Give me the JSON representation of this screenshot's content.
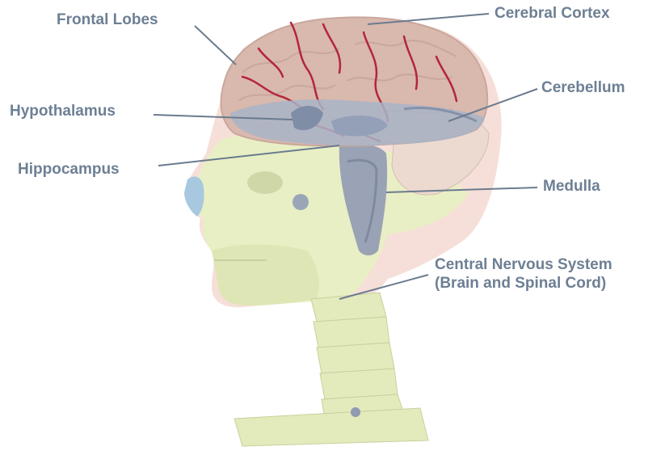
{
  "diagram": {
    "colors": {
      "label_text": "#6d7f94",
      "leader_line": "#6a7b8f",
      "skin": "#f6dfd8",
      "bone": "#e9efc4",
      "brain": "#d9b8ad",
      "brain_outline": "#c9a79c",
      "artery": "#b3263a",
      "deep_structures": "#a8b4c8",
      "medulla": "#9aa3b5"
    },
    "labels": {
      "frontal_lobes": "Frontal Lobes",
      "cerebral_cortex": "Cerebral Cortex",
      "hypothalamus": "Hypothalamus",
      "cerebellum": "Cerebellum",
      "hippocampus": "Hippocampus",
      "medulla": "Medulla",
      "cns_line1": "Central Nervous System",
      "cns_line2": "(Brain and Spinal Cord)"
    }
  }
}
